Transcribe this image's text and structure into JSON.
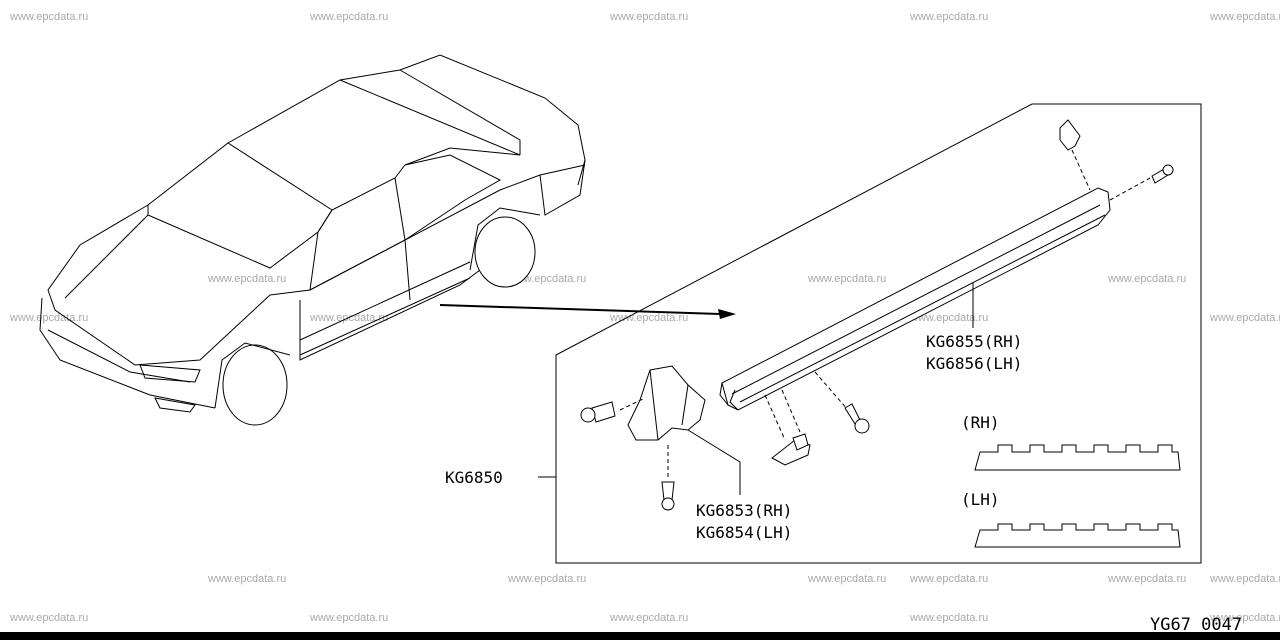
{
  "watermarks": [
    "www.epcdata.ru",
    "www.epcdata.ru",
    "www.epcdata.ru",
    "www.epcdata.ru",
    "www.epcdata.ru",
    "www.epcdata.ru",
    "www.epcdata.ru",
    "www.epcdata.ru",
    "www.epcdata.ru",
    "www.epcdata.ru",
    "www.epcdata.ru",
    "www.epcdata.ru",
    "www.epcdata.ru",
    "www.epcdata.ru",
    "www.epcdata.ru",
    "www.epcdata.ru",
    "www.epcdata.ru",
    "www.epcdata.ru",
    "www.epcdata.ru",
    "www.epcdata.ru",
    "www.epcdata.ru",
    "www.epcdata.ru",
    "www.epcdata.ru",
    "www.epcdata.ru",
    "www.epcdata.ru"
  ],
  "labels": {
    "assembly": "KG6850",
    "skirt_rh": "KG6855(RH)",
    "skirt_lh": "KG6856(LH)",
    "bracket_rh": "KG6853(RH)",
    "bracket_lh": "KG6854(LH)",
    "clip_rh": "(RH)",
    "clip_lh": "(LH)"
  },
  "diagram_code": "YG67 0047"
}
